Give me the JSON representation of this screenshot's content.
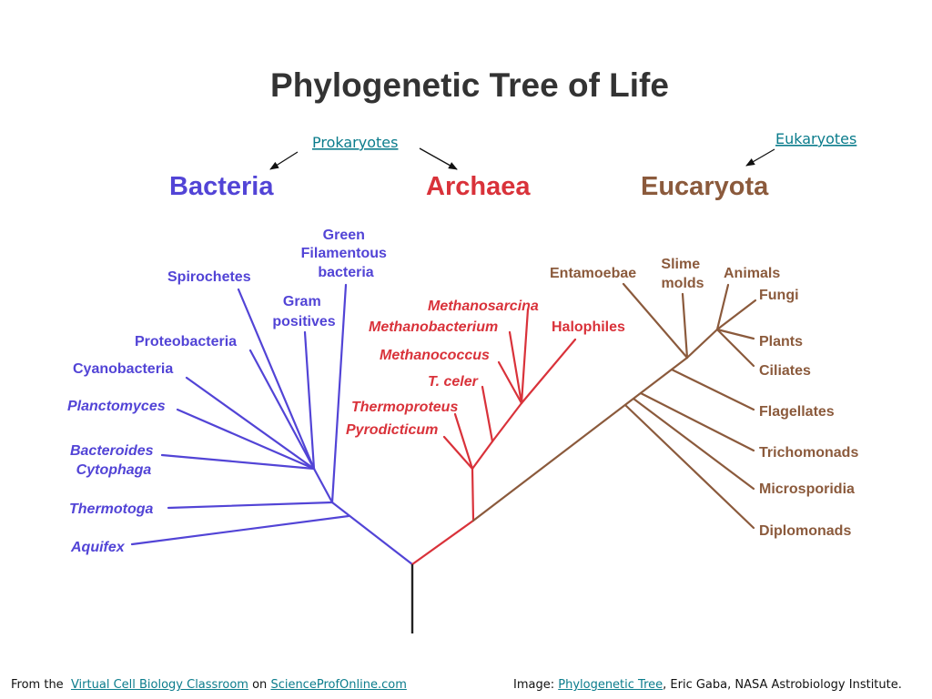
{
  "title": "Phylogenetic Tree of Life",
  "annotations": {
    "prokaryotes": "Prokaryotes",
    "eukaryotes": "Eukaryotes"
  },
  "domains": {
    "bacteria": "Bacteria",
    "archaea": "Archaea",
    "eucaryota": "Eucaryota"
  },
  "colors": {
    "bacteria": "#5244d6",
    "archaea": "#d9323a",
    "eucaryota": "#8b5a3c",
    "root": "#222222",
    "link": "#0b7c8c"
  },
  "bacteria_taxa": {
    "green_filamentous": [
      "Green",
      "Filamentous",
      "bacteria"
    ],
    "spirochetes": "Spirochetes",
    "gram_positives": [
      "Gram",
      "positives"
    ],
    "proteobacteria": "Proteobacteria",
    "cyanobacteria": "Cyanobacteria",
    "planctomyces": "Planctomyces",
    "bacteroides": [
      "Bacteroides",
      "Cytophaga"
    ],
    "thermotoga": "Thermotoga",
    "aquifex": "Aquifex"
  },
  "archaea_taxa": {
    "methanosarcina": "Methanosarcina",
    "methanobacterium": "Methanobacterium",
    "halophiles": "Halophiles",
    "methanococcus": "Methanococcus",
    "t_celer": "T. celer",
    "thermoproteus": "Thermoproteus",
    "pyrodicticum": "Pyrodicticum"
  },
  "eucaryota_taxa": {
    "entamoebae": "Entamoebae",
    "slime_molds": [
      "Slime",
      "molds"
    ],
    "animals": "Animals",
    "fungi": "Fungi",
    "plants": "Plants",
    "ciliates": "Ciliates",
    "flagellates": "Flagellates",
    "trichomonads": "Trichomonads",
    "microsporidia": "Microsporidia",
    "diplomonads": "Diplomonads"
  },
  "footer": {
    "from_text": "From the",
    "virtual_cell_link": "Virtual Cell Biology Classroom",
    "on_text": "on",
    "scienceprof_link": "ScienceProfOnline.com",
    "image_text": "Image:",
    "phylo_link": "Phylogenetic Tree",
    "credit_text": ", Eric Gaba, NASA Astrobiology Institute."
  }
}
